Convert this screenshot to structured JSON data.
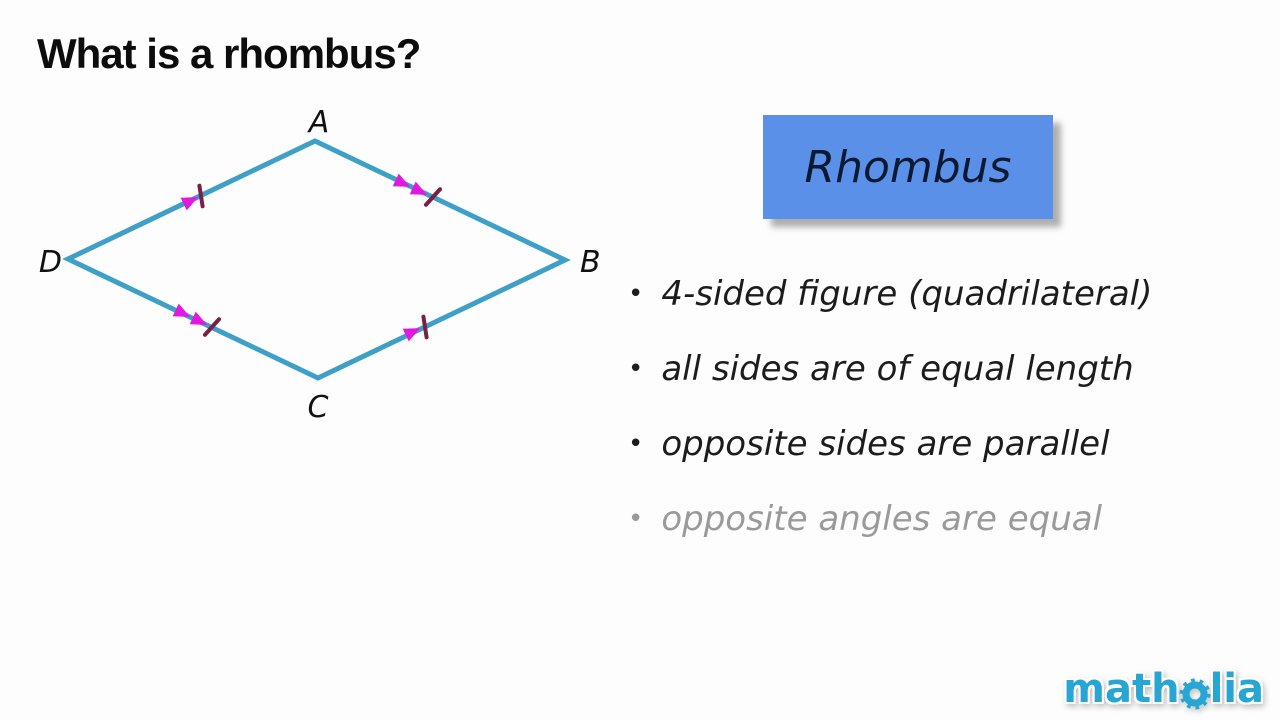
{
  "title": "What is a rhombus?",
  "diagram": {
    "vertices": {
      "top": "A",
      "right": "B",
      "bottom": "C",
      "left": "D"
    },
    "side_marks": {
      "DA": "single-arrow + tick",
      "AB": "double-arrow + tick",
      "DC": "double-arrow + tick",
      "CB": "single-arrow + tick"
    }
  },
  "term_box": {
    "label": "Rhombus"
  },
  "bullets": [
    {
      "text": "4-sided figure (quadrilateral)",
      "muted": false
    },
    {
      "text": "all sides are of equal length",
      "muted": false
    },
    {
      "text": "opposite sides are parallel",
      "muted": false
    },
    {
      "text": "opposite angles are equal",
      "muted": true
    }
  ],
  "bullet_glyph": "•",
  "logo": {
    "text": "matholia",
    "part1": "math",
    "part2": "lia"
  },
  "colors": {
    "line": "#3e9fc7",
    "arrow": "#e318de",
    "tick": "#7a1f45",
    "box_bg": "#5b90e8",
    "box_text": "#0b1a33",
    "muted_text": "#9a9a9a",
    "logo": "#28a6d3"
  }
}
